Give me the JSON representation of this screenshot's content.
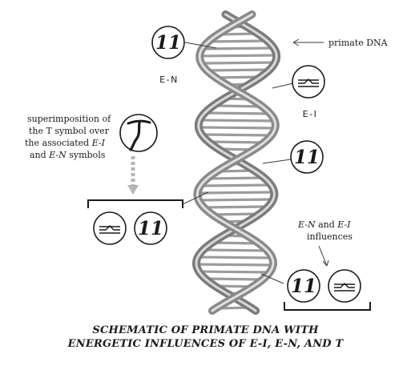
{
  "labels": {
    "primate_dna": "primate DNA",
    "en_code": "E-N",
    "ei_code": "E-I",
    "superimposition_line1": "superimposition of",
    "superimposition_line2": "the T symbol over",
    "superimposition_line3_pre": "the associated ",
    "superimposition_line3_em": "E-I",
    "superimposition_line4_pre": "and ",
    "superimposition_line4_em": "E-N",
    "superimposition_line4_post": " symbols",
    "influences_line1_em_a": "E-N",
    "influences_line1_mid": " and ",
    "influences_line1_em_b": "E-I",
    "influences_line2": "influences"
  },
  "symbols": {
    "en_glyph": "11",
    "t_glyph": "T"
  },
  "caption": {
    "line1": "SCHEMATIC OF PRIMATE DNA WITH",
    "line2": "ENERGETIC INFLUENCES OF E-I, E-N, AND T"
  },
  "colors": {
    "ink": "#1a1a1a",
    "strand_dark": "#6d6d6d",
    "strand_light": "#cfcfcf",
    "rung": "#9c9c9c"
  }
}
